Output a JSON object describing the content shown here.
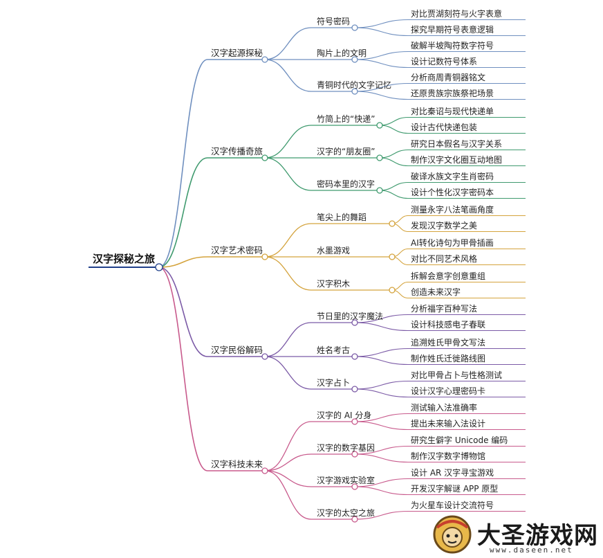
{
  "root": {
    "label": "汉字探秘之旅",
    "color": "#1f3f8a"
  },
  "branches": [
    {
      "label": "汉字起源探秘",
      "color": "#6f8fbf",
      "topics": [
        {
          "label": "符号密码",
          "leaves": [
            "对比贾湖刻符与火字表意",
            "探究早期符号表意逻辑"
          ]
        },
        {
          "label": "陶片上的文明",
          "leaves": [
            "破解半坡陶符数字符号",
            "设计记数符号体系"
          ]
        },
        {
          "label": "青铜时代的文字记忆",
          "leaves": [
            "分析商周青铜器铭文",
            "还原贵族宗族祭祀场景"
          ]
        }
      ]
    },
    {
      "label": "汉字传播奇旅",
      "color": "#3f9a6e",
      "topics": [
        {
          "label": "竹简上的“快递”",
          "leaves": [
            "对比秦诏与现代快递单",
            "设计古代快递包装"
          ]
        },
        {
          "label": "汉字的“朋友圈”",
          "leaves": [
            "研究日本假名与汉字关系",
            "制作汉字文化圈互动地图"
          ]
        },
        {
          "label": "密码本里的汉字",
          "leaves": [
            "破译水族文字生肖密码",
            "设计个性化汉字密码本"
          ]
        }
      ]
    },
    {
      "label": "汉字艺术密码",
      "color": "#d4a33c",
      "topics": [
        {
          "label": "笔尖上的舞蹈",
          "leaves": [
            "测量永字八法笔画角度",
            "发现汉字数学之美"
          ]
        },
        {
          "label": "水墨游戏",
          "leaves": [
            "AI转化诗句为甲骨插画",
            "对比不同艺术风格"
          ]
        },
        {
          "label": "汉字积木",
          "leaves": [
            "拆解会意字创意重组",
            "创造未来汉字"
          ]
        }
      ]
    },
    {
      "label": "汉字民俗解码",
      "color": "#7b5aa6",
      "topics": [
        {
          "label": "节日里的汉字魔法",
          "leaves": [
            "分析福字百种写法",
            "设计科技感电子春联"
          ]
        },
        {
          "label": "姓名考古",
          "leaves": [
            "追溯姓氏甲骨文写法",
            "制作姓氏迁徙路线图"
          ]
        },
        {
          "label": "汉字占卜",
          "leaves": [
            "对比甲骨占卜与性格测试",
            "设计汉字心理密码卡"
          ]
        }
      ]
    },
    {
      "label": "汉字科技未来",
      "color": "#c85a8c",
      "topics": [
        {
          "label": "汉字的 AI 分身",
          "leaves": [
            "测试输入法准确率",
            "提出未来输入法设计"
          ]
        },
        {
          "label": "汉字的数字基因",
          "leaves": [
            "研究生僻字 Unicode 编码",
            "制作汉字数字博物馆"
          ]
        },
        {
          "label": "汉字游戏实验室",
          "leaves": [
            "设计 AR 汉字寻宝游戏",
            "开发汉字解谜 APP 原型"
          ]
        },
        {
          "label": "汉字的太空之旅",
          "leaves": [
            "为火星车设计交流符号",
            ""
          ]
        }
      ]
    }
  ],
  "watermark": {
    "title": "大圣游戏网",
    "url": "www.daseen.net"
  }
}
